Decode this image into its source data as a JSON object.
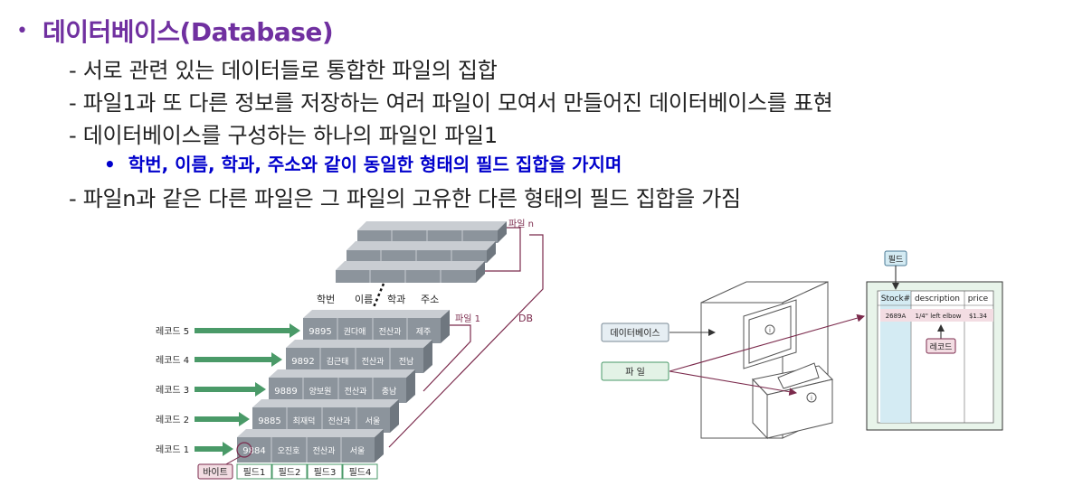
{
  "heading": {
    "bullet": "•",
    "title": "데이터베이스(Database)"
  },
  "lines": [
    "- 서로 관련 있는 데이터들로 통합한 파일의 집합",
    "- 파일1과 또 다른 정보를 저장하는 여러 파일이 모여서 만들어진 데이터베이스를 표현",
    "- 데이터베이스를 구성하는 하나의 파일인 파일1",
    "- 파일n과 같은 다른 파일은 그 파일의 고유한 다른 형태의 필드 집합을 가짐"
  ],
  "sub_bullet": {
    "dot": "•",
    "text": "학번, 이름, 학과, 주소와 같이 동일한 형태의 필드 집합을 가지며"
  },
  "diagram1": {
    "file_n_label": "파일 n",
    "file_1_label": "파일 1",
    "db_label": "DB",
    "col_headers": [
      "학번",
      "이름",
      "학과",
      "주소"
    ],
    "records": [
      {
        "label": "레코드 5",
        "values": [
          "9895",
          "권다애",
          "전산과",
          "제주"
        ]
      },
      {
        "label": "레코드 4",
        "values": [
          "9892",
          "김근태",
          "전산과",
          "전남"
        ]
      },
      {
        "label": "레코드 3",
        "values": [
          "9889",
          "양보원",
          "전산과",
          "충남"
        ]
      },
      {
        "label": "레코드 2",
        "values": [
          "9885",
          "최재덕",
          "전산과",
          "서울"
        ]
      },
      {
        "label": "레코드 1",
        "values": [
          "9884",
          "오진호",
          "전산과",
          "서울"
        ]
      }
    ],
    "byte_label": "바이트",
    "fields": [
      "필드1",
      "필드2",
      "필드3",
      "필드4"
    ]
  },
  "diagram2": {
    "db_box": "데이터베이스",
    "file_box": "파 일",
    "cabinet_marks": [
      "i",
      "i"
    ],
    "field_label": "필드",
    "record_label": "레코드",
    "table_headers": [
      "Stock#",
      "description",
      "price"
    ],
    "table_row": [
      "2689A",
      "1/4\" left elbow",
      "$1.34"
    ]
  }
}
